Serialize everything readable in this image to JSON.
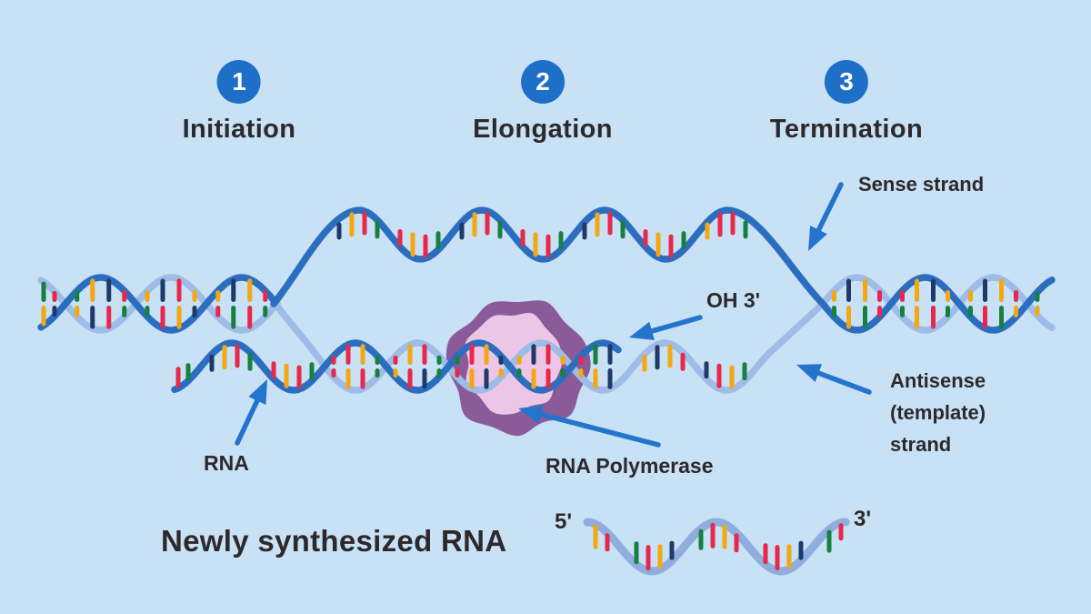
{
  "steps": [
    {
      "number": "1",
      "label": "Initiation"
    },
    {
      "number": "2",
      "label": "Elongation"
    },
    {
      "number": "3",
      "label": "Termination"
    }
  ],
  "labels": {
    "sense_strand": "Sense strand",
    "oh_3": "OH 3'",
    "antisense": {
      "line1": "Antisense",
      "line2": "(template)",
      "line3": "strand"
    },
    "rna": "RNA",
    "rna_polymerase": "RNA Polymerase",
    "newly_synthesized_rna": "Newly synthesized RNA",
    "five_prime": "5'",
    "three_prime": "3'"
  },
  "colors": {
    "background": "#C8E1F5",
    "strand_dark_blue": "#2B6EC0",
    "strand_light_blue": "#9DBCE7",
    "rna_strand_light": "#8FAEDD",
    "step_circle_blue": "#1D6FC8",
    "step_number_white": "#FFFFFF",
    "arrow_blue": "#2374CC",
    "text_dark": "#2D292B",
    "polymerase_outer_purple": "#8A5A99",
    "polymerase_inner_pink": "#EBC6E7",
    "base_yellow": "#F3A713",
    "base_red": "#E8284B",
    "base_green": "#17803F",
    "base_navy": "#1F3A68"
  }
}
